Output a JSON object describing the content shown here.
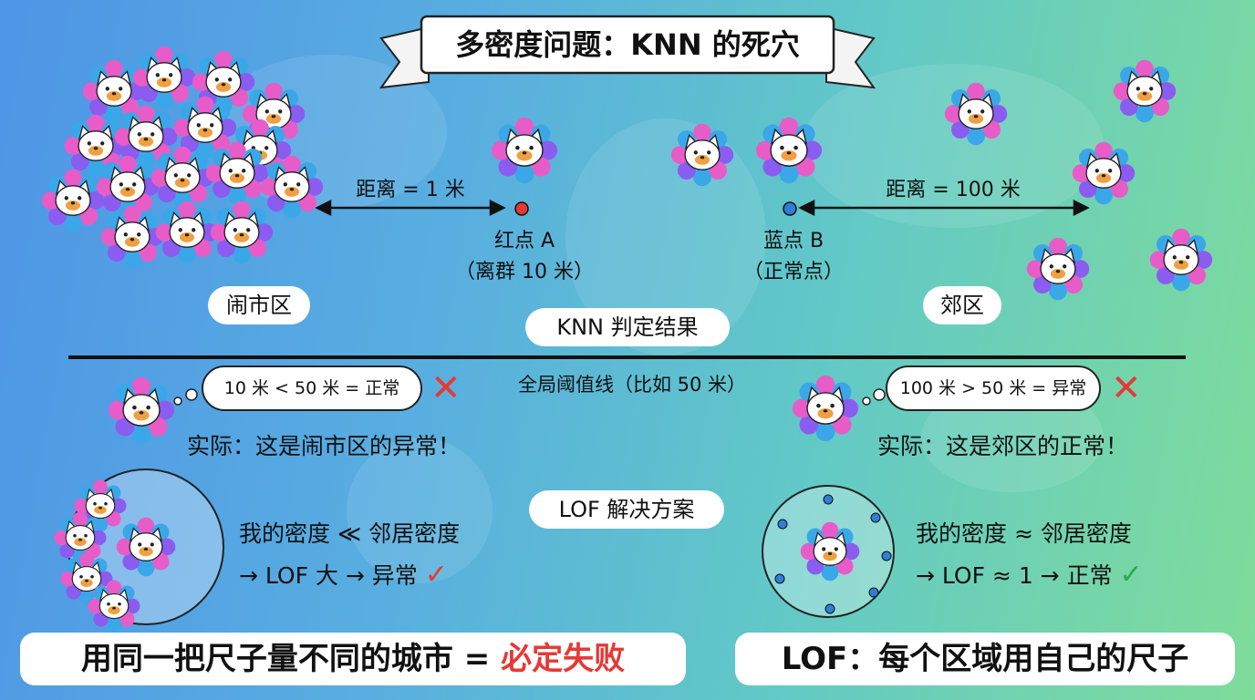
{
  "title": "多密度问题：KNN 的死穴",
  "top": {
    "dist_left": "距离 = 1 米",
    "dist_right": "距离 = 100 米",
    "point_a": {
      "label": "红点 A",
      "sub": "（离群 10 米）",
      "color": "#e53935"
    },
    "point_b": {
      "label": "蓝点 B",
      "sub": "（正常点）",
      "color": "#2f7fd8"
    },
    "zone_left": "闹市区",
    "zone_right": "郊区"
  },
  "knn": {
    "header": "KNN 判定结果",
    "threshold_label": "全局阈值线（比如 50 米）",
    "left_thought": "10 米 < 50 米 = 正常",
    "right_thought": "100 米 > 50 米 = 异常",
    "left_actual": "实际：这是闹市区的异常！",
    "right_actual": "实际：这是郊区的正常！"
  },
  "lof": {
    "header": "LOF 解决方案",
    "left_line1": "我的密度 ≪ 邻居密度",
    "left_line2": "→ LOF 大 → 异常",
    "right_line1": "我的密度 ≈ 邻居密度",
    "right_line2": "→ LOF ≈ 1 → 正常"
  },
  "bottom": {
    "left_text": "用同一把尺子量不同的城市 = ",
    "left_accent": "必定失败",
    "right_text": "LOF：每个区域用自己的尺子"
  },
  "colors": {
    "accent_red": "#e53935",
    "accent_green": "#2ea84a",
    "point_blue": "#2f7fd8",
    "petal_pink": "#e85cc8",
    "petal_blue": "#3aa7e8",
    "petal_purple": "#8b5cf0"
  },
  "icons": {
    "wrong": "cross-icon",
    "right": "check-icon"
  }
}
